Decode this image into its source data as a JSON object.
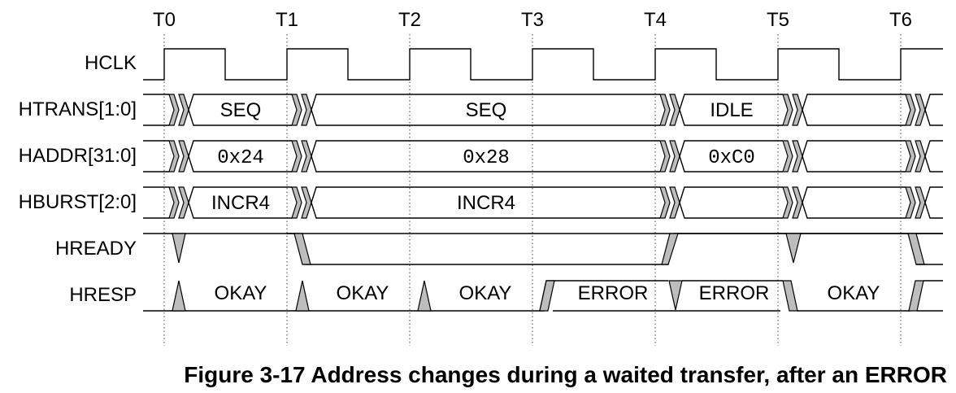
{
  "time_marks": [
    "T0",
    "T1",
    "T2",
    "T3",
    "T4",
    "T5",
    "T6"
  ],
  "signals": {
    "hclk": "HCLK",
    "htrans": "HTRANS[1:0]",
    "haddr": "HADDR[31:0]",
    "hburst": "HBURST[2:0]",
    "hready": "HREADY",
    "hresp": "HRESP"
  },
  "htrans_values": [
    "SEQ",
    "SEQ",
    "IDLE"
  ],
  "haddr_values": [
    "0x24",
    "0x28",
    "0xC0"
  ],
  "hburst_values": [
    "INCR4",
    "INCR4"
  ],
  "hresp_values": [
    "OKAY",
    "OKAY",
    "OKAY",
    "ERROR",
    "ERROR",
    "OKAY"
  ],
  "caption": "Figure 3-17 Address changes during a waited transfer, after an ERROR",
  "colors": {
    "transition_fill": "#bdbdbd",
    "line": "#000000"
  }
}
